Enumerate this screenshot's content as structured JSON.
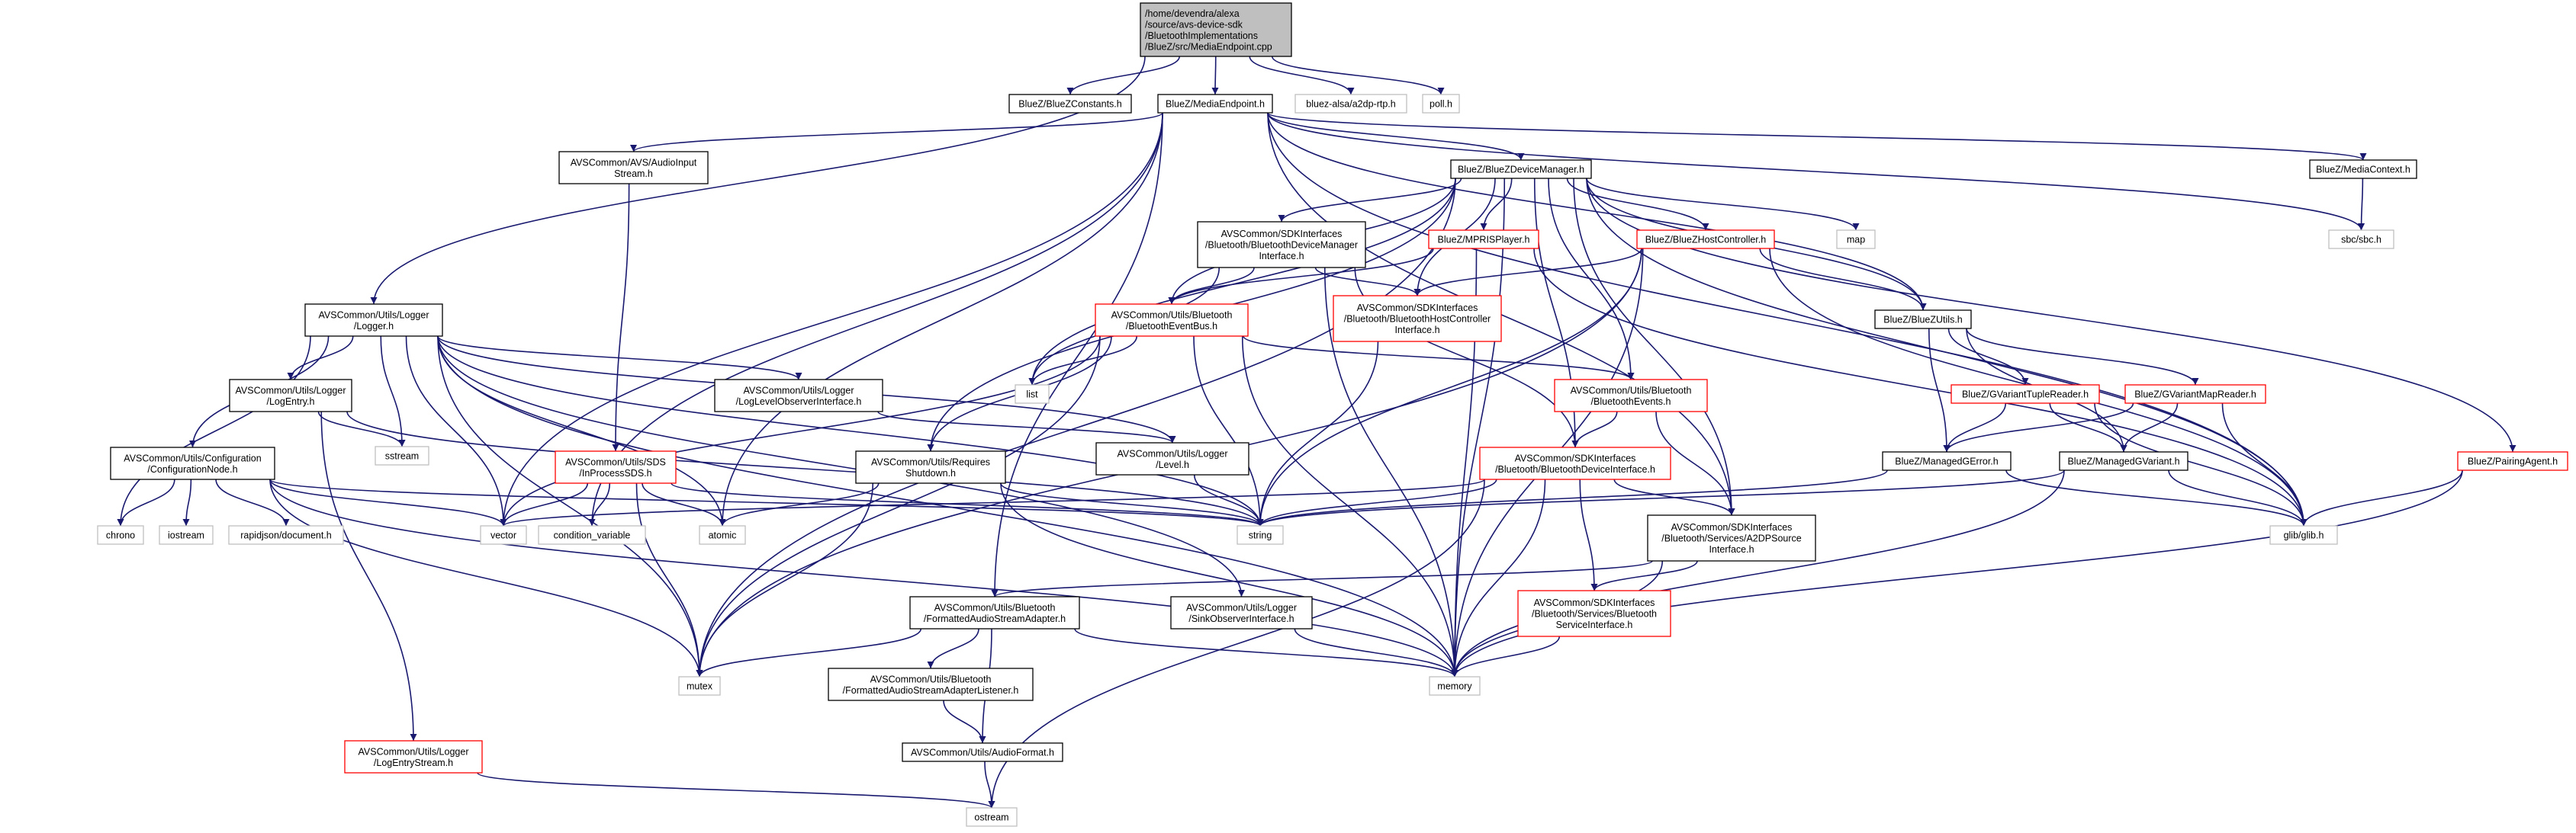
{
  "colors": {
    "edge": "#191970",
    "node_border_default": "#000000",
    "node_border_has_children": "#ff0000",
    "node_border_external": "#bfbfbf",
    "root_fill": "#bfbfbf",
    "node_fill": "#ffffff",
    "text": "#000000"
  },
  "nodes": [
    {
      "id": "root",
      "lines": [
        "/home/devendra/alexa",
        "/source/avs-device-sdk",
        "/BluetoothImplementations",
        "/BlueZ/src/MediaEndpoint.cpp"
      ],
      "style": "root"
    },
    {
      "id": "bluez_constants",
      "lines": [
        "BlueZ/BlueZConstants.h"
      ],
      "style": "normal"
    },
    {
      "id": "media_endpoint_h",
      "lines": [
        "BlueZ/MediaEndpoint.h"
      ],
      "style": "normal"
    },
    {
      "id": "bluez_alsa",
      "lines": [
        "bluez-alsa/a2dp-rtp.h"
      ],
      "style": "external"
    },
    {
      "id": "poll",
      "lines": [
        "poll.h"
      ],
      "style": "external"
    },
    {
      "id": "audio_input_stream",
      "lines": [
        "AVSCommon/AVS/AudioInput",
        "Stream.h"
      ],
      "style": "normal"
    },
    {
      "id": "bluez_device_manager",
      "lines": [
        "BlueZ/BlueZDeviceManager.h"
      ],
      "style": "normal"
    },
    {
      "id": "media_context",
      "lines": [
        "BlueZ/MediaContext.h"
      ],
      "style": "normal"
    },
    {
      "id": "sbc",
      "lines": [
        "sbc/sbc.h"
      ],
      "style": "external"
    },
    {
      "id": "bt_device_manager_iface",
      "lines": [
        "AVSCommon/SDKInterfaces",
        "/Bluetooth/BluetoothDeviceManager",
        "Interface.h"
      ],
      "style": "normal"
    },
    {
      "id": "mpris_player",
      "lines": [
        "BlueZ/MPRISPlayer.h"
      ],
      "style": "red"
    },
    {
      "id": "bluez_host_controller",
      "lines": [
        "BlueZ/BlueZHostController.h"
      ],
      "style": "red"
    },
    {
      "id": "map",
      "lines": [
        "map"
      ],
      "style": "external"
    },
    {
      "id": "logger_h",
      "lines": [
        "AVSCommon/Utils/Logger",
        "/Logger.h"
      ],
      "style": "normal"
    },
    {
      "id": "bt_event_bus",
      "lines": [
        "AVSCommon/Utils/Bluetooth",
        "/BluetoothEventBus.h"
      ],
      "style": "red"
    },
    {
      "id": "bt_host_controller_iface",
      "lines": [
        "AVSCommon/SDKInterfaces",
        "/Bluetooth/BluetoothHostController",
        "Interface.h"
      ],
      "style": "red"
    },
    {
      "id": "bluez_utils",
      "lines": [
        "BlueZ/BlueZUtils.h"
      ],
      "style": "normal"
    },
    {
      "id": "log_entry",
      "lines": [
        "AVSCommon/Utils/Logger",
        "/LogEntry.h"
      ],
      "style": "normal"
    },
    {
      "id": "log_level_observer",
      "lines": [
        "AVSCommon/Utils/Logger",
        "/LogLevelObserverInterface.h"
      ],
      "style": "normal"
    },
    {
      "id": "list",
      "lines": [
        "list"
      ],
      "style": "external"
    },
    {
      "id": "bt_events",
      "lines": [
        "AVSCommon/Utils/Bluetooth",
        "/BluetoothEvents.h"
      ],
      "style": "red"
    },
    {
      "id": "gvariant_tuple_reader",
      "lines": [
        "BlueZ/GVariantTupleReader.h"
      ],
      "style": "red"
    },
    {
      "id": "gvariant_map_reader",
      "lines": [
        "BlueZ/GVariantMapReader.h"
      ],
      "style": "red"
    },
    {
      "id": "sstream",
      "lines": [
        "sstream"
      ],
      "style": "external"
    },
    {
      "id": "configuration_node",
      "lines": [
        "AVSCommon/Utils/Configuration",
        "/ConfigurationNode.h"
      ],
      "style": "normal"
    },
    {
      "id": "in_process_sds",
      "lines": [
        "AVSCommon/Utils/SDS",
        "/InProcessSDS.h"
      ],
      "style": "red"
    },
    {
      "id": "requires_shutdown",
      "lines": [
        "AVSCommon/Utils/Requires",
        "Shutdown.h"
      ],
      "style": "normal"
    },
    {
      "id": "logger_level",
      "lines": [
        "AVSCommon/Utils/Logger",
        "/Level.h"
      ],
      "style": "normal"
    },
    {
      "id": "bt_device_iface",
      "lines": [
        "AVSCommon/SDKInterfaces",
        "/Bluetooth/BluetoothDeviceInterface.h"
      ],
      "style": "red"
    },
    {
      "id": "managed_gerror",
      "lines": [
        "BlueZ/ManagedGError.h"
      ],
      "style": "normal"
    },
    {
      "id": "managed_gvariant",
      "lines": [
        "BlueZ/ManagedGVariant.h"
      ],
      "style": "normal"
    },
    {
      "id": "pairing_agent",
      "lines": [
        "BlueZ/PairingAgent.h"
      ],
      "style": "red"
    },
    {
      "id": "chrono",
      "lines": [
        "chrono"
      ],
      "style": "external"
    },
    {
      "id": "iostream",
      "lines": [
        "iostream"
      ],
      "style": "external"
    },
    {
      "id": "rapidjson",
      "lines": [
        "rapidjson/document.h"
      ],
      "style": "external"
    },
    {
      "id": "vector",
      "lines": [
        "vector"
      ],
      "style": "external"
    },
    {
      "id": "condition_variable",
      "lines": [
        "condition_variable"
      ],
      "style": "external"
    },
    {
      "id": "atomic",
      "lines": [
        "atomic"
      ],
      "style": "external"
    },
    {
      "id": "string",
      "lines": [
        "string"
      ],
      "style": "external"
    },
    {
      "id": "a2dp_source_iface",
      "lines": [
        "AVSCommon/SDKInterfaces",
        "/Bluetooth/Services/A2DPSource",
        "Interface.h"
      ],
      "style": "normal"
    },
    {
      "id": "glib",
      "lines": [
        "glib/glib.h"
      ],
      "style": "external"
    },
    {
      "id": "formatted_audio_stream_adapter",
      "lines": [
        "AVSCommon/Utils/Bluetooth",
        "/FormattedAudioStreamAdapter.h"
      ],
      "style": "normal"
    },
    {
      "id": "sink_observer",
      "lines": [
        "AVSCommon/Utils/Logger",
        "/SinkObserverInterface.h"
      ],
      "style": "normal"
    },
    {
      "id": "bt_service_iface",
      "lines": [
        "AVSCommon/SDKInterfaces",
        "/Bluetooth/Services/Bluetooth",
        "ServiceInterface.h"
      ],
      "style": "red"
    },
    {
      "id": "mutex",
      "lines": [
        "mutex"
      ],
      "style": "external"
    },
    {
      "id": "memory",
      "lines": [
        "memory"
      ],
      "style": "external"
    },
    {
      "id": "formatted_adapter_listener",
      "lines": [
        "AVSCommon/Utils/Bluetooth",
        "/FormattedAudioStreamAdapterListener.h"
      ],
      "style": "normal"
    },
    {
      "id": "log_entry_stream",
      "lines": [
        "AVSCommon/Utils/Logger",
        "/LogEntryStream.h"
      ],
      "style": "red"
    },
    {
      "id": "audio_format",
      "lines": [
        "AVSCommon/Utils/AudioFormat.h"
      ],
      "style": "normal"
    },
    {
      "id": "ostream",
      "lines": [
        "ostream"
      ],
      "style": "external"
    }
  ],
  "edges": [
    [
      "root",
      "bluez_constants"
    ],
    [
      "root",
      "media_endpoint_h"
    ],
    [
      "root",
      "bluez_alsa"
    ],
    [
      "root",
      "poll"
    ],
    [
      "root",
      "logger_h"
    ],
    [
      "media_endpoint_h",
      "audio_input_stream"
    ],
    [
      "media_endpoint_h",
      "bluez_device_manager"
    ],
    [
      "media_endpoint_h",
      "media_context"
    ],
    [
      "media_endpoint_h",
      "sbc"
    ],
    [
      "media_endpoint_h",
      "vector"
    ],
    [
      "media_endpoint_h",
      "condition_variable"
    ],
    [
      "media_endpoint_h",
      "atomic"
    ],
    [
      "media_endpoint_h",
      "formatted_audio_stream_adapter"
    ],
    [
      "media_endpoint_h",
      "a2dp_source_iface"
    ],
    [
      "media_endpoint_h",
      "bluez_utils"
    ],
    [
      "media_endpoint_h",
      "glib"
    ],
    [
      "audio_input_stream",
      "in_process_sds"
    ],
    [
      "bluez_device_manager",
      "bt_device_manager_iface"
    ],
    [
      "bluez_device_manager",
      "mpris_player"
    ],
    [
      "bluez_device_manager",
      "bluez_host_controller"
    ],
    [
      "bluez_device_manager",
      "map"
    ],
    [
      "bluez_device_manager",
      "bt_event_bus"
    ],
    [
      "bluez_device_manager",
      "bluez_utils"
    ],
    [
      "bluez_device_manager",
      "list"
    ],
    [
      "bluez_device_manager",
      "bt_events"
    ],
    [
      "bluez_device_manager",
      "bt_device_iface"
    ],
    [
      "bluez_device_manager",
      "a2dp_source_iface"
    ],
    [
      "bluez_device_manager",
      "requires_shutdown"
    ],
    [
      "bluez_device_manager",
      "mutex"
    ],
    [
      "bluez_device_manager",
      "memory"
    ],
    [
      "bluez_device_manager",
      "pairing_agent"
    ],
    [
      "bluez_device_manager",
      "glib"
    ],
    [
      "bluez_device_manager",
      "bt_host_controller_iface"
    ],
    [
      "media_context",
      "sbc"
    ],
    [
      "bt_device_manager_iface",
      "bt_event_bus"
    ],
    [
      "bt_device_manager_iface",
      "bt_host_controller_iface"
    ],
    [
      "bt_device_manager_iface",
      "list"
    ],
    [
      "bt_device_manager_iface",
      "bt_device_iface"
    ],
    [
      "bt_device_manager_iface",
      "memory"
    ],
    [
      "mpris_player",
      "bt_event_bus"
    ],
    [
      "mpris_player",
      "memory"
    ],
    [
      "mpris_player",
      "glib"
    ],
    [
      "bluez_host_controller",
      "bt_host_controller_iface"
    ],
    [
      "bluez_host_controller",
      "bluez_utils"
    ],
    [
      "bluez_host_controller",
      "string"
    ],
    [
      "bluez_host_controller",
      "memory"
    ],
    [
      "bluez_host_controller",
      "mutex"
    ],
    [
      "bluez_host_controller",
      "glib"
    ],
    [
      "logger_h",
      "log_entry"
    ],
    [
      "logger_h",
      "log_level_observer"
    ],
    [
      "logger_h",
      "logger_level"
    ],
    [
      "logger_h",
      "configuration_node"
    ],
    [
      "logger_h",
      "sink_observer"
    ],
    [
      "logger_h",
      "chrono"
    ],
    [
      "logger_h",
      "sstream"
    ],
    [
      "logger_h",
      "vector"
    ],
    [
      "logger_h",
      "atomic"
    ],
    [
      "logger_h",
      "mutex"
    ],
    [
      "logger_h",
      "memory"
    ],
    [
      "logger_h",
      "string"
    ],
    [
      "bt_event_bus",
      "bt_events"
    ],
    [
      "bt_event_bus",
      "list"
    ],
    [
      "bt_event_bus",
      "vector"
    ],
    [
      "bt_event_bus",
      "mutex"
    ],
    [
      "bt_event_bus",
      "memory"
    ],
    [
      "bt_event_bus",
      "string"
    ],
    [
      "bt_event_bus",
      "requires_shutdown"
    ],
    [
      "bt_host_controller_iface",
      "string"
    ],
    [
      "bluez_utils",
      "gvariant_tuple_reader"
    ],
    [
      "bluez_utils",
      "gvariant_map_reader"
    ],
    [
      "bluez_utils",
      "managed_gerror"
    ],
    [
      "bluez_utils",
      "managed_gvariant"
    ],
    [
      "log_entry",
      "sstream"
    ],
    [
      "log_entry",
      "log_entry_stream"
    ],
    [
      "log_entry",
      "string"
    ],
    [
      "log_level_observer",
      "logger_level"
    ],
    [
      "bt_events",
      "bt_device_iface"
    ],
    [
      "bt_events",
      "a2dp_source_iface"
    ],
    [
      "gvariant_tuple_reader",
      "managed_gerror"
    ],
    [
      "gvariant_tuple_reader",
      "managed_gvariant"
    ],
    [
      "gvariant_tuple_reader",
      "glib"
    ],
    [
      "gvariant_map_reader",
      "managed_gvariant"
    ],
    [
      "gvariant_map_reader",
      "managed_gerror"
    ],
    [
      "gvariant_map_reader",
      "glib"
    ],
    [
      "configuration_node",
      "chrono"
    ],
    [
      "configuration_node",
      "iostream"
    ],
    [
      "configuration_node",
      "rapidjson"
    ],
    [
      "configuration_node",
      "vector"
    ],
    [
      "configuration_node",
      "string"
    ],
    [
      "configuration_node",
      "mutex"
    ],
    [
      "configuration_node",
      "memory"
    ],
    [
      "in_process_sds",
      "vector"
    ],
    [
      "in_process_sds",
      "condition_variable"
    ],
    [
      "in_process_sds",
      "atomic"
    ],
    [
      "in_process_sds",
      "mutex"
    ],
    [
      "in_process_sds",
      "string"
    ],
    [
      "requires_shutdown",
      "atomic"
    ],
    [
      "requires_shutdown",
      "mutex"
    ],
    [
      "requires_shutdown",
      "memory"
    ],
    [
      "requires_shutdown",
      "string"
    ],
    [
      "logger_level",
      "string"
    ],
    [
      "bt_device_iface",
      "a2dp_source_iface"
    ],
    [
      "bt_device_iface",
      "bt_service_iface"
    ],
    [
      "bt_device_iface",
      "vector"
    ],
    [
      "bt_device_iface",
      "string"
    ],
    [
      "bt_device_iface",
      "memory"
    ],
    [
      "bt_device_iface",
      "ostream"
    ],
    [
      "managed_gerror",
      "string"
    ],
    [
      "managed_gerror",
      "glib"
    ],
    [
      "managed_gvariant",
      "string"
    ],
    [
      "managed_gvariant",
      "memory"
    ],
    [
      "managed_gvariant",
      "glib"
    ],
    [
      "pairing_agent",
      "glib"
    ],
    [
      "pairing_agent",
      "memory"
    ],
    [
      "a2dp_source_iface",
      "bt_service_iface"
    ],
    [
      "a2dp_source_iface",
      "formatted_audio_stream_adapter"
    ],
    [
      "a2dp_source_iface",
      "memory"
    ],
    [
      "formatted_audio_stream_adapter",
      "formatted_adapter_listener"
    ],
    [
      "formatted_audio_stream_adapter",
      "audio_format"
    ],
    [
      "formatted_audio_stream_adapter",
      "mutex"
    ],
    [
      "formatted_audio_stream_adapter",
      "memory"
    ],
    [
      "sink_observer",
      "memory"
    ],
    [
      "bt_service_iface",
      "memory"
    ],
    [
      "formatted_adapter_listener",
      "audio_format"
    ],
    [
      "log_entry_stream",
      "ostream"
    ],
    [
      "audio_format",
      "ostream"
    ]
  ]
}
